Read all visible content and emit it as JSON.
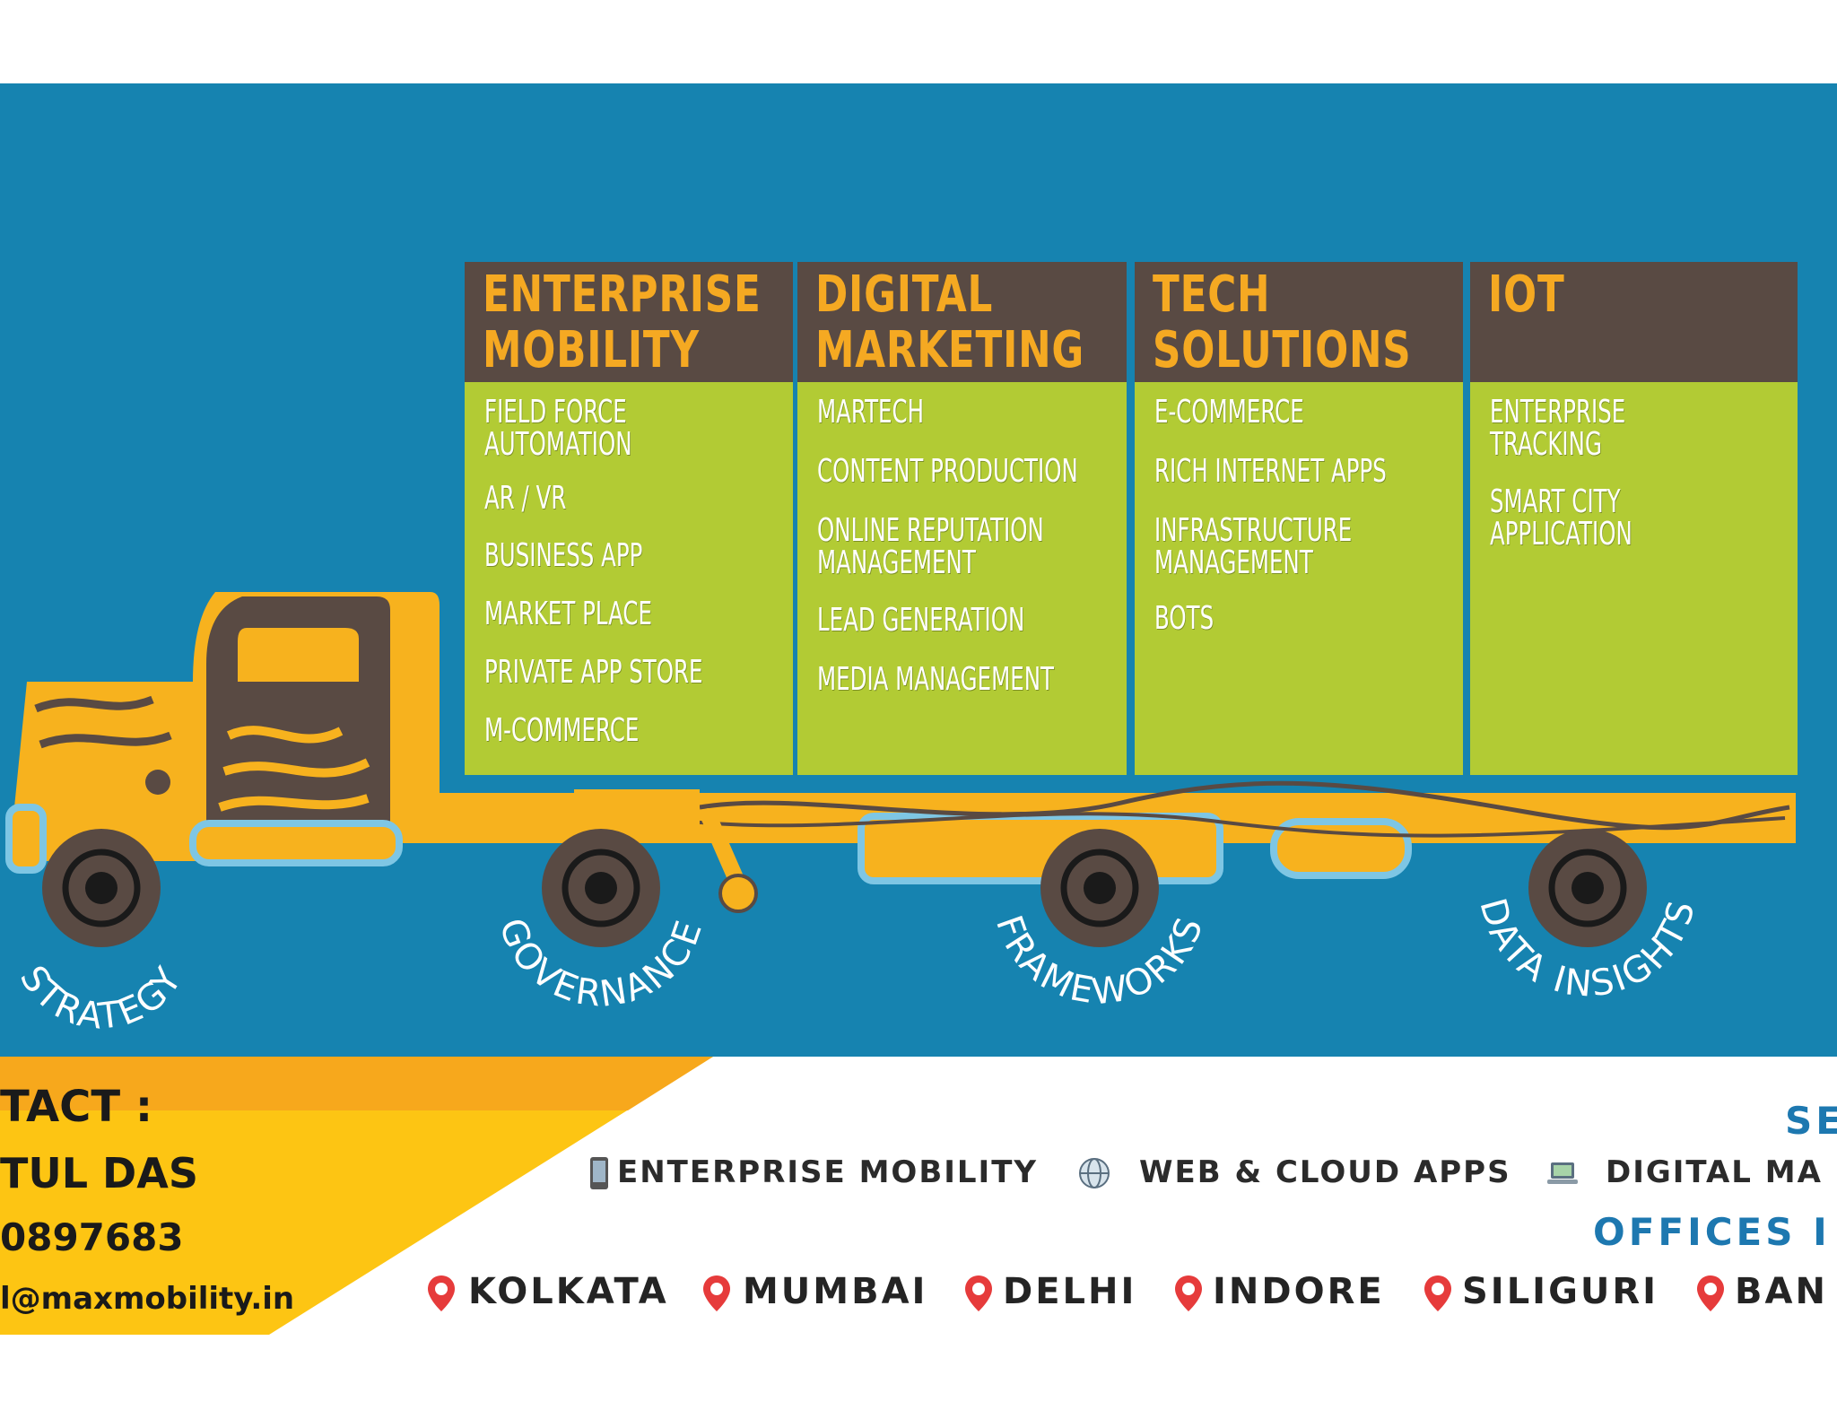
{
  "columns": [
    {
      "title": [
        "ENTERPRISE",
        "MOBILITY"
      ],
      "items": [
        [
          "FIELD FORCE",
          "AUTOMATION"
        ],
        [
          "AR / VR"
        ],
        [
          "BUSINESS APP"
        ],
        [
          "MARKET PLACE"
        ],
        [
          "PRIVATE APP STORE"
        ],
        [
          "M-COMMERCE"
        ]
      ]
    },
    {
      "title": [
        "DIGITAL",
        "MARKETING"
      ],
      "items": [
        [
          "MARTECH"
        ],
        [
          "CONTENT PRODUCTION"
        ],
        [
          "ONLINE REPUTATION",
          "MANAGEMENT"
        ],
        [
          "LEAD GENERATION"
        ],
        [
          "MEDIA MANAGEMENT"
        ]
      ]
    },
    {
      "title": [
        "TECH",
        "SOLUTIONS"
      ],
      "items": [
        [
          "E-COMMERCE"
        ],
        [
          "RICH INTERNET APPS"
        ],
        [
          "INFRASTRUCTURE",
          "MANAGEMENT"
        ],
        [
          "BOTS"
        ]
      ]
    },
    {
      "title": [
        "IOT"
      ],
      "items": [
        [
          "ENTERPRISE",
          "TRACKING"
        ],
        [
          "SMART CITY",
          "APPLICATION"
        ]
      ]
    }
  ],
  "wheel_labels": [
    "STRATEGY",
    "GOVERNANCE",
    "FRAMEWORKS",
    "DATA INSIGHTS"
  ],
  "contact": {
    "heading": "TACT :",
    "name": "TUL DAS",
    "phone": "0897683",
    "email": "l@maxmobility.in"
  },
  "services": {
    "heading": "SE",
    "items": [
      "ENTERPRISE MOBILITY",
      "WEB & CLOUD APPS",
      "DIGITAL MA"
    ]
  },
  "offices": {
    "heading": "OFFICES I",
    "cities": [
      "KOLKATA",
      "MUMBAI",
      "DELHI",
      "INDORE",
      "SILIGURI",
      "BAN"
    ]
  },
  "colors": {
    "panel_blue": "#1683b0",
    "header_brown": "#594a43",
    "header_text_orange": "#f5a922",
    "body_green": "#b2cb34",
    "truck_yellow": "#f7b21e",
    "contact_yellow": "#fdc513",
    "pin_red": "#e63b3b",
    "office_blue": "#1d78b0"
  },
  "icons": [
    "phone-icon",
    "globe-icon",
    "laptop-icon",
    "location-pin-icon"
  ]
}
